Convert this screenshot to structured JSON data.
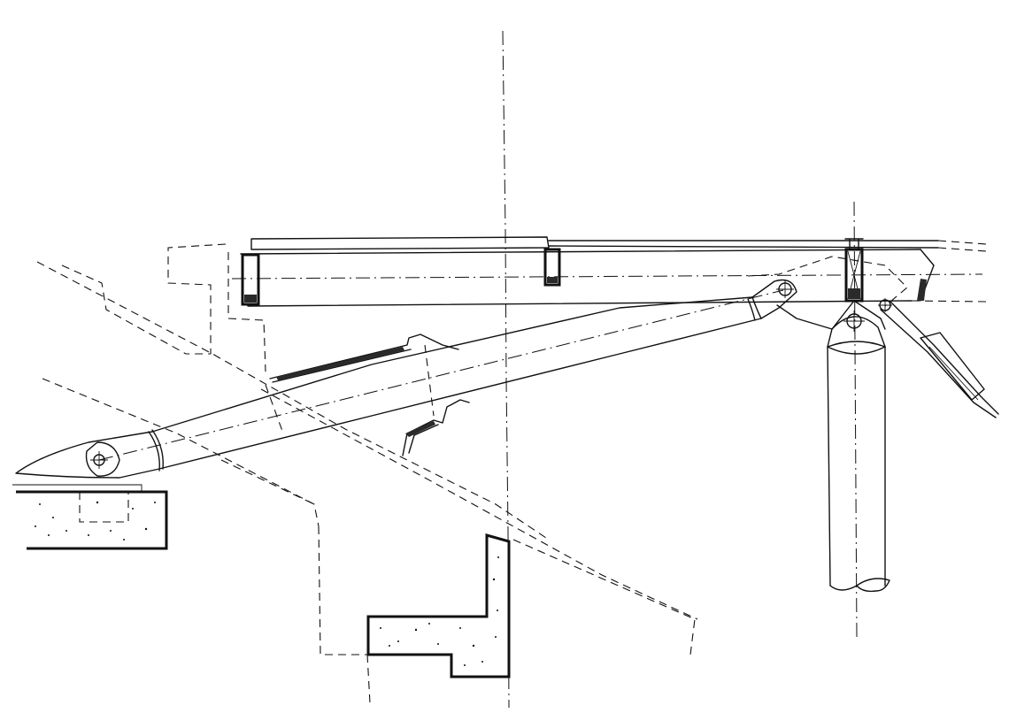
{
  "drawing": {
    "kind": "hand sketch",
    "ink_color": "#111111",
    "paper_color": "#ffffff",
    "parts": [
      "canopy-beam",
      "inclined-strut",
      "vertical-column",
      "tie-rod",
      "hinge-pins",
      "concrete-footings",
      "gutter-profile"
    ]
  }
}
